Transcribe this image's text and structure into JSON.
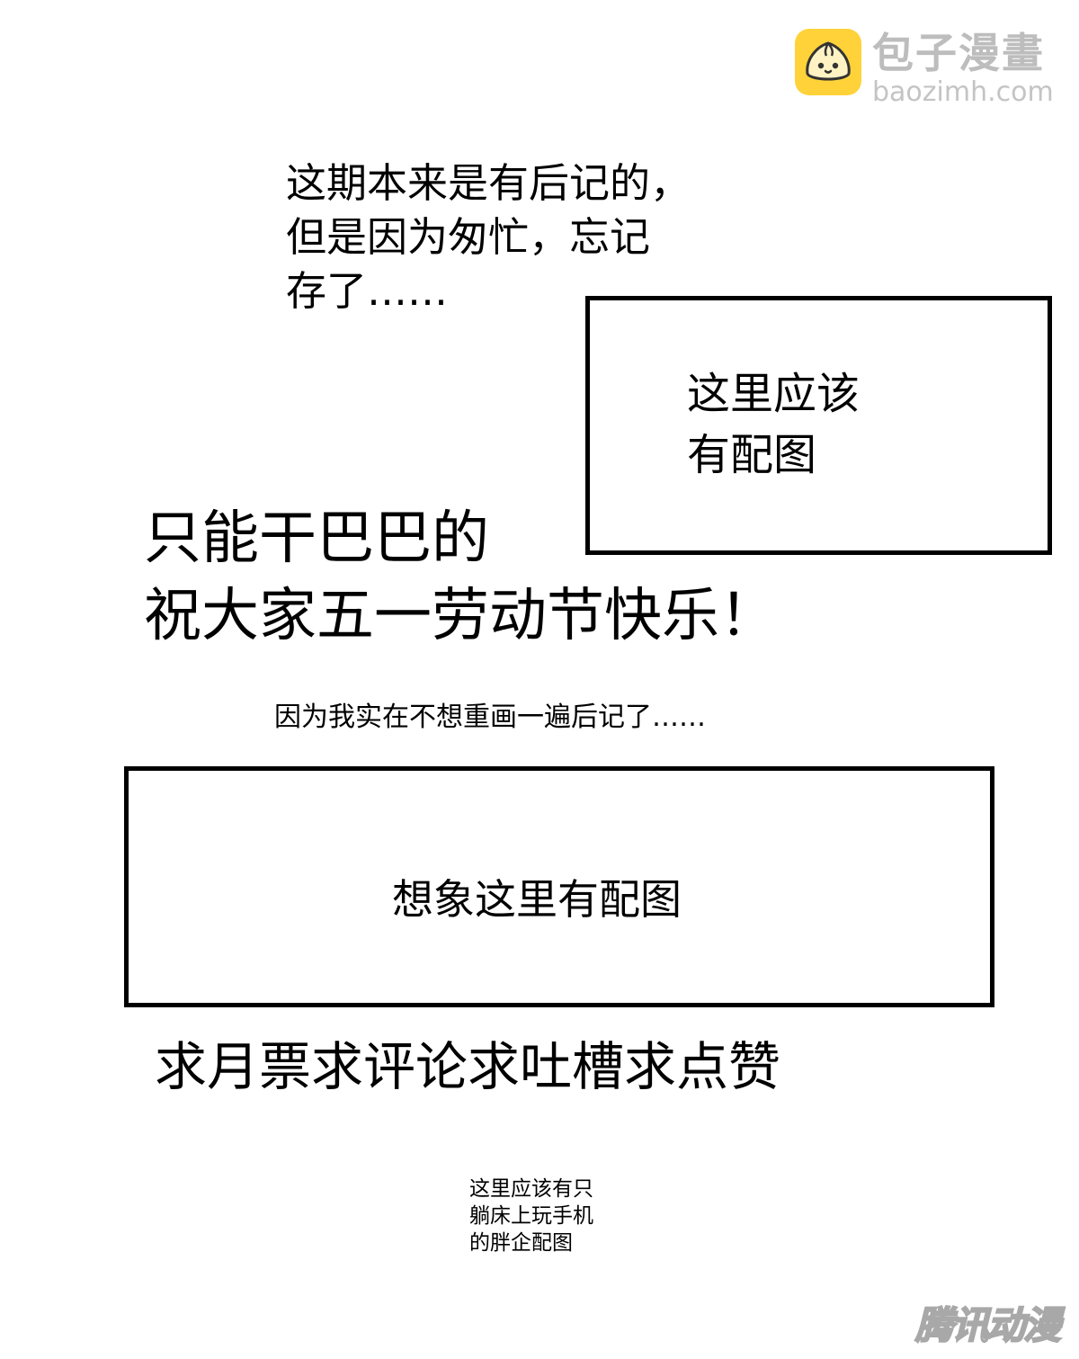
{
  "site_logo": {
    "name": "包子漫畫",
    "url": "baozimh.com",
    "icon": "bun-face-icon",
    "icon_color": "#ffd23a"
  },
  "intro": {
    "lines": [
      "这期本来是有后记的，",
      "但是因为匆忙，忘记",
      "存了……"
    ]
  },
  "placeholder_box_1": {
    "lines": [
      "这里应该",
      "有配图"
    ]
  },
  "wish": {
    "lines": [
      "只能干巴巴的",
      "祝大家五一劳动节快乐！"
    ]
  },
  "note": "因为我实在不想重画一遍后记了……",
  "placeholder_box_2": {
    "text": "想象这里有配图"
  },
  "ask": "求月票求评论求吐槽求点赞",
  "caption": {
    "lines": [
      "这里应该有只",
      "躺床上玩手机",
      "的胖企配图"
    ]
  },
  "watermark": "腾讯动漫"
}
